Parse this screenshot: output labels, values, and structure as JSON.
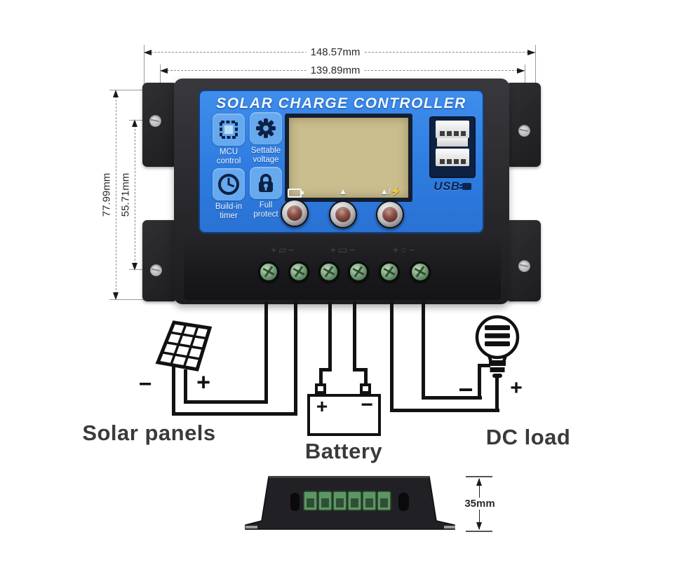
{
  "figure": {
    "kind": "solar charge controller wiring and dimension diagram"
  },
  "dimensions": {
    "width_outer": "148.57mm",
    "width_inner": "139.89mm",
    "height_outer": "77.99mm",
    "height_inner": "55.71mm",
    "depth": "35mm"
  },
  "controller": {
    "title": "SOLAR CHARGE CONTROLLER",
    "features": [
      {
        "icon": "mcu-chip-icon",
        "line1": "MCU",
        "line2": "control"
      },
      {
        "icon": "gear-icon",
        "line1": "Settable",
        "line2": "voltage"
      },
      {
        "icon": "clock-icon",
        "line1": "Build-in",
        "line2": "timer"
      },
      {
        "icon": "padlock-icon",
        "line1": "Full",
        "line2": "protect"
      }
    ],
    "button_labels": {
      "middle": "▲",
      "right": "▲/⚡"
    },
    "usb_logo": "USB",
    "terminal_markings": {
      "solar": "+▱−",
      "battery": "+▭−",
      "load": "+○−"
    }
  },
  "connections": {
    "solar": {
      "label": "Solar panels",
      "neg": "−",
      "pos": "+"
    },
    "battery": {
      "label": "Battery",
      "pos": "+",
      "neg": "−"
    },
    "dc_load": {
      "label": "DC load",
      "neg": "−",
      "pos": "+"
    }
  }
}
